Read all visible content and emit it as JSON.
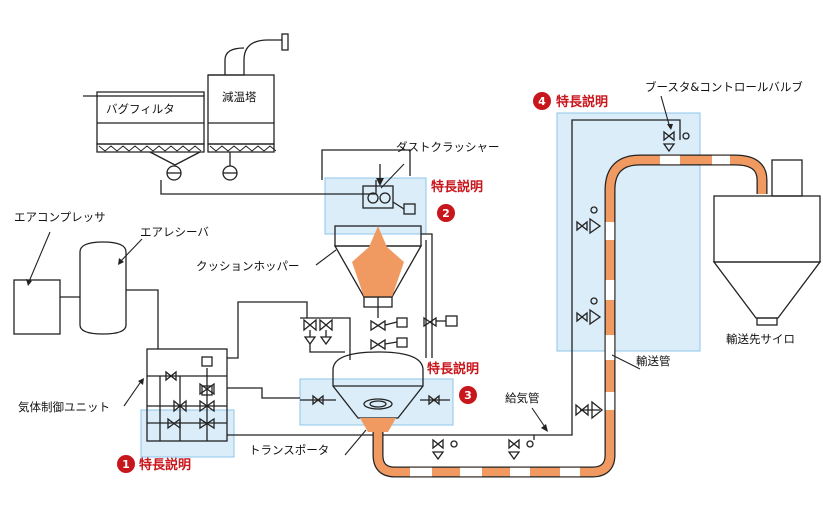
{
  "labels": {
    "air_compressor": "エアコンプレッサ",
    "air_receiver": "エアレシーバ",
    "gas_control_unit": "気体制御ユニット",
    "bag_filter": "バグフィルタ",
    "cooling_tower": "減温塔",
    "dust_crusher": "ダストクラッシャー",
    "cushion_hopper": "クッションホッパー",
    "transporter": "トランスポータ",
    "supply_air_pipe": "給気管",
    "transport_pipe": "輸送管",
    "booster_control_valve": "ブースタ&コントロールバルブ",
    "destination_silo": "輸送先サイロ"
  },
  "features": [
    {
      "num": "1",
      "label": "特長説明"
    },
    {
      "num": "2",
      "label": "特長説明"
    },
    {
      "num": "3",
      "label": "特長説明"
    },
    {
      "num": "4",
      "label": "特長説明"
    }
  ],
  "colors": {
    "accent_red": "#c8161d",
    "material_orange": "#f09a62",
    "highlight_blue": "#cfe8f7",
    "line": "#222222"
  }
}
